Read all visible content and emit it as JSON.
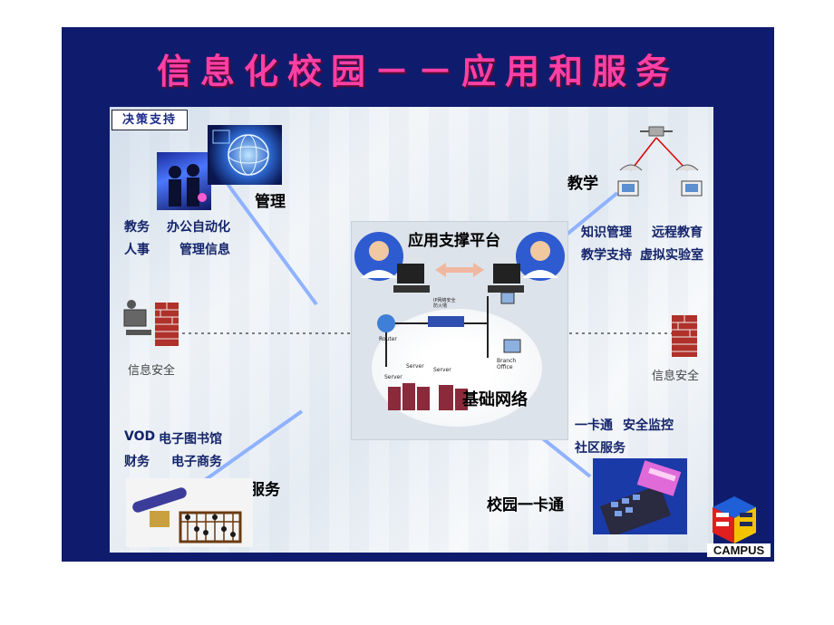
{
  "title": "信息化校园－－应用和服务",
  "badge": "决策支持",
  "sections": {
    "management": {
      "heading": "管理",
      "items": [
        "教务",
        "办公自动化",
        "人事",
        "管理信息"
      ]
    },
    "teaching": {
      "heading": "教学",
      "items": [
        "知识管理",
        "远程教育",
        "教学支持",
        "虚拟实验室"
      ]
    },
    "security_left": "信息安全",
    "security_right": "信息安全",
    "public": {
      "heading": "公共服务",
      "items": [
        "VOD",
        "电子图书馆",
        "财务",
        "电子商务"
      ]
    },
    "card": {
      "heading": "校园一卡通",
      "items": [
        "一卡通",
        "安全监控",
        "社区服务"
      ]
    }
  },
  "center": {
    "top_label": "应用支撑平台",
    "bottom_label": "基础网络",
    "firewall_label": "IP网络安全\n防火墙",
    "router_label": "Router",
    "server_label_1": "Server",
    "server_label_2": "Server",
    "server_label_3": "Server",
    "branch_label": "Branch\nOffice"
  },
  "logo_text": "CAMPUS",
  "colors": {
    "slide_bg": "#0f1c6e",
    "title": "#ff3fa4",
    "connector": "#7fa8ff",
    "firewall": "#b0302a"
  }
}
